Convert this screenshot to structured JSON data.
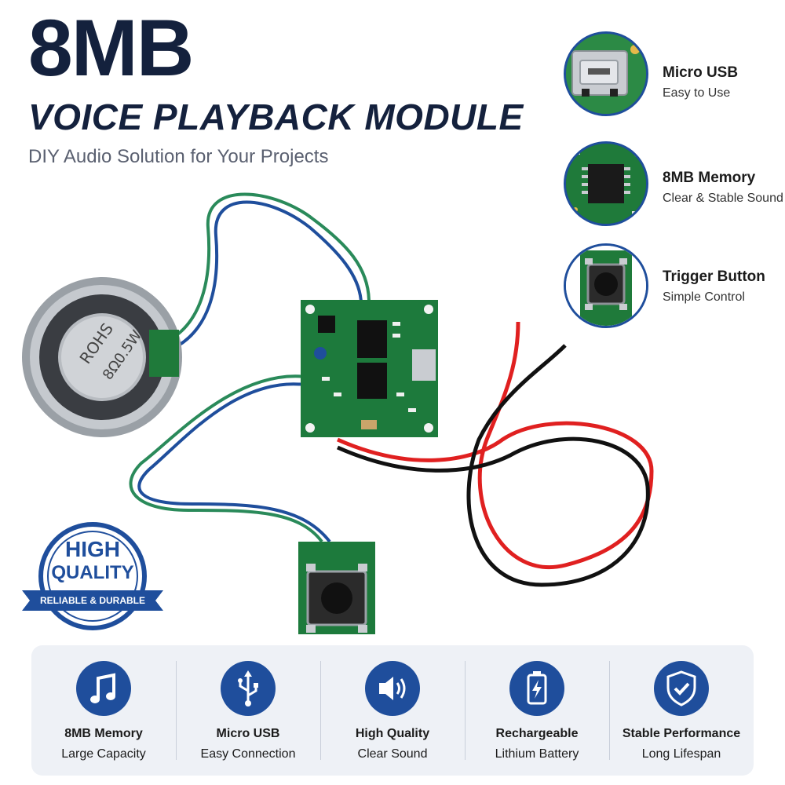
{
  "header": {
    "title": "8MB",
    "subtitle": "VOICE PLAYBACK MODULE",
    "tagline": "DIY Audio Solution for Your Projects"
  },
  "side_features": [
    {
      "title": "Micro USB",
      "desc": "Easy to Use",
      "thumb": "micro-usb-port"
    },
    {
      "title": "8MB Memory",
      "desc": "Clear & Stable Sound",
      "thumb": "memory-chip"
    },
    {
      "title": "Trigger Button",
      "desc": "Simple Control",
      "thumb": "tactile-button"
    }
  ],
  "speaker": {
    "label_line1": "ROHS",
    "label_line2": "8Ω0.5W"
  },
  "badge": {
    "line1": "HIGH",
    "line2": "QUALITY",
    "ribbon": "RELIABLE & DURABLE"
  },
  "bottom_features": [
    {
      "icon": "music-note-icon",
      "line1": "8MB Memory",
      "line2": "Large Capacity"
    },
    {
      "icon": "usb-icon",
      "line1": "Micro USB",
      "line2": "Easy Connection"
    },
    {
      "icon": "speaker-icon",
      "line1": "High Quality",
      "line2": "Clear Sound"
    },
    {
      "icon": "battery-icon",
      "line1": "Rechargeable",
      "line2": "Lithium Battery"
    },
    {
      "icon": "shield-check-icon",
      "line1": "Stable Performance",
      "line2": "Long Lifespan"
    }
  ],
  "colors": {
    "navy": "#14213d",
    "accent_blue": "#1f4e9c",
    "pcb_green": "#1d7a3c",
    "wire_red": "#e02020",
    "wire_black": "#111111"
  }
}
